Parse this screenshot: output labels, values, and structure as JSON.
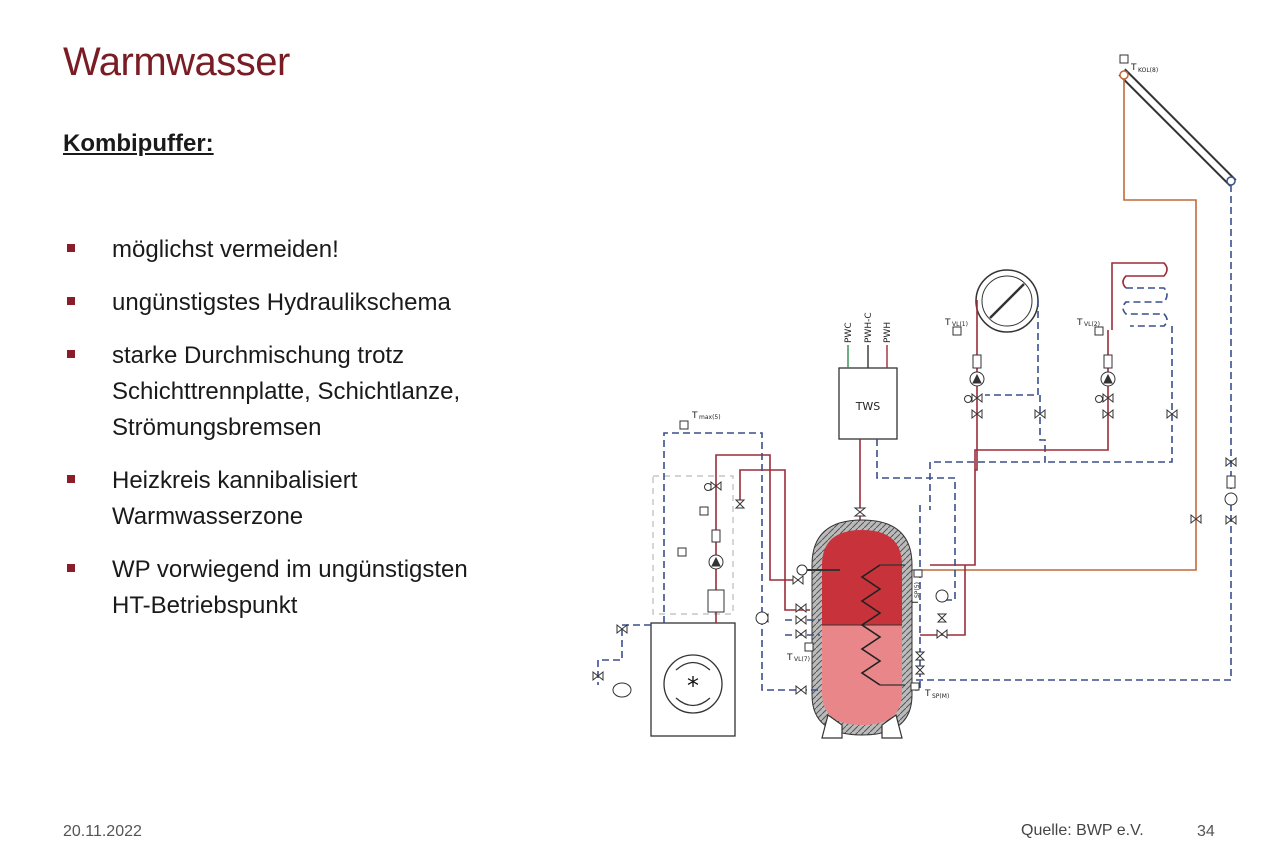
{
  "slide": {
    "title": "Warmwasser",
    "subtitle": "Kombipuffer:",
    "bullets": [
      {
        "lines": [
          "möglichst vermeiden!"
        ]
      },
      {
        "lines": [
          "ungünstigstes Hydraulikschema"
        ]
      },
      {
        "lines": [
          "starke Durchmischung trotz",
          "Schichttrennplatte, Schichtlanze,",
          "Strömungsbremsen"
        ]
      },
      {
        "lines": [
          "Heizkreis kannibalisiert",
          "Warmwasserzone"
        ]
      },
      {
        "lines": [
          "WP vorwiegend im ungünstigsten",
          "HT-Betriebspunkt"
        ]
      }
    ],
    "footer": {
      "date": "20.11.2022",
      "source": "Quelle: BWP  e.V.",
      "page": "34"
    }
  },
  "diagram": {
    "tws_label": "TWS",
    "pipe_labels": [
      "PWC",
      "PWH-C",
      "PWH"
    ],
    "sensors": {
      "t_kol": "T",
      "t_kol_sub": "KOL(8)",
      "t_vl1": "T",
      "t_vl1_sub": "VL(1)",
      "t_vl2": "T",
      "t_vl2_sub": "VL(2)",
      "t_max": "T",
      "t_max_sub": "max(5)",
      "t_vl_lower": "T",
      "t_vl_lower_sub": "VL(7)",
      "t_sp": "T",
      "t_sp_sub": "SP(5)",
      "t_spm": "T",
      "t_spm_sub": "SP(M)"
    },
    "heatpump_symbol": "*",
    "colors": {
      "hot": "#9b2d3a",
      "return": "#3a4f8c",
      "solar": "#c06a3a",
      "tank_top": "#c8333b",
      "tank_bottom": "#e8868a",
      "title": "#7a1c24",
      "bullet": "#8b1c2a"
    }
  }
}
